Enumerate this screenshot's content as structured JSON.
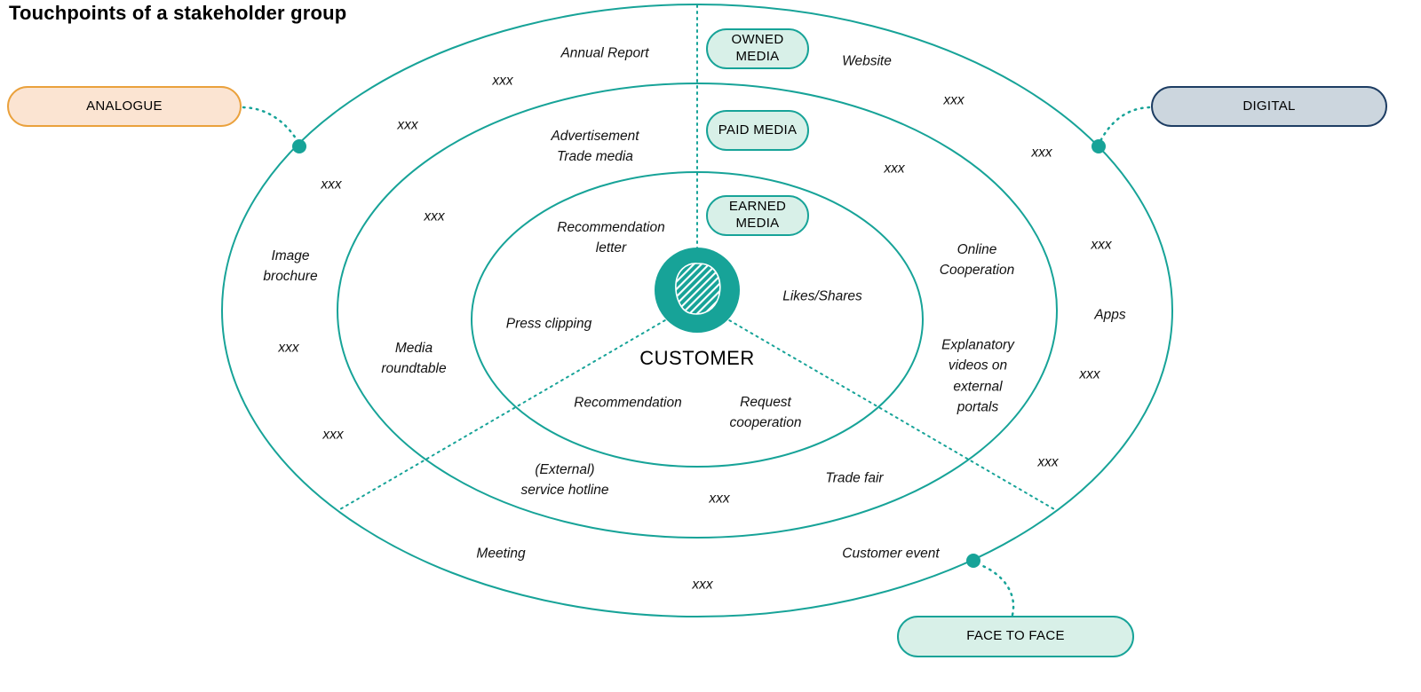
{
  "title": "Touchpoints of a stakeholder group",
  "colors": {
    "teal": "#17A398",
    "mint_fill": "#D8F0E8",
    "analogue_fill": "#FBE4D2",
    "analogue_border": "#EAA13C",
    "digital_fill": "#CCD6DE",
    "digital_border": "#1D3D63"
  },
  "center": {
    "label": "CUSTOMER",
    "icon": "customer-head-icon"
  },
  "media_levels": [
    {
      "label": "OWNED MEDIA"
    },
    {
      "label": "PAID MEDIA"
    },
    {
      "label": "EARNED MEDIA"
    }
  ],
  "channel_pills": {
    "analogue": "ANALOGUE",
    "digital": "DIGITAL",
    "face_to_face": "FACE TO FACE"
  },
  "touchpoints": {
    "annual_report": "Annual Report",
    "website": "Website",
    "advertisement": "Advertisement\nTrade media",
    "recommendation_letter": "Recommendation\nletter",
    "online_cooperation": "Online\nCooperation",
    "image_brochure": "Image\nbrochure",
    "likes_shares": "Likes/Shares",
    "apps": "Apps",
    "press_clipping": "Press clipping",
    "media_roundtable": "Media\nroundtable",
    "explanatory_videos": "Explanatory\nvideos on\nexternal\nportals",
    "recommendation": "Recommendation",
    "request_cooperation": "Request\ncooperation",
    "external_service_hotline": "(External)\nservice hotline",
    "trade_fair": "Trade fair",
    "meeting": "Meeting",
    "customer_event": "Customer event",
    "placeholder": "xxx"
  }
}
